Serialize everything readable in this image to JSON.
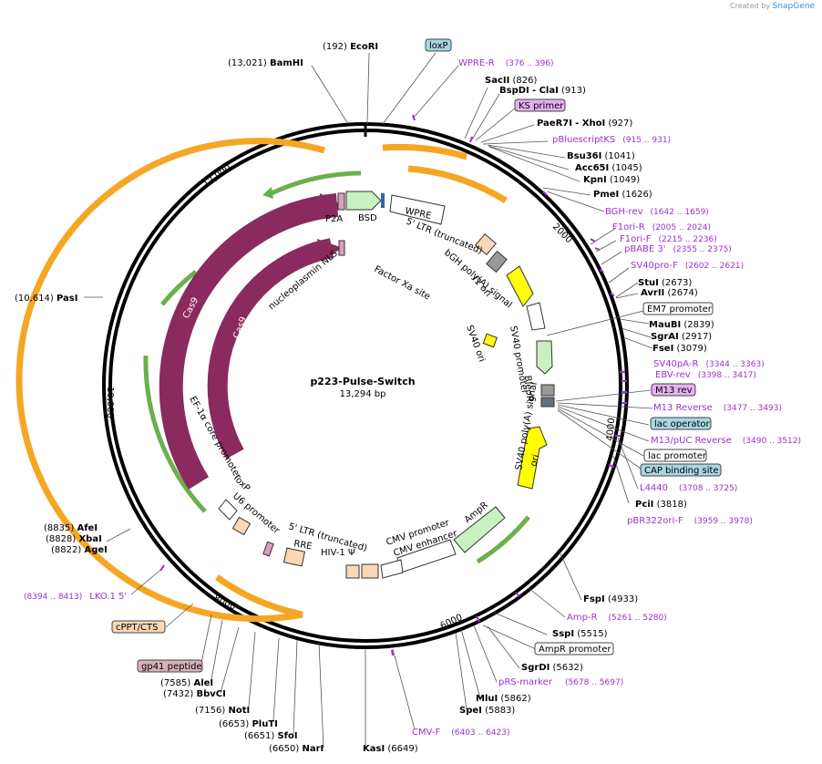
{
  "credit": {
    "prefix": "Created by",
    "brand": "SnapGene"
  },
  "plasmid": {
    "name": "p223-Pulse-Switch",
    "length_label": "13,294 bp",
    "length": 13294
  },
  "ticks": [
    "2000",
    "4000",
    "6000",
    "8000",
    "10,000",
    "12,000"
  ],
  "sites": [
    {
      "name": "EcoRI",
      "pos": "(192)"
    },
    {
      "name": "BamHI",
      "pos": "(13,021)"
    },
    {
      "name": "SacII",
      "pos": "(826)"
    },
    {
      "name": "BspDI",
      "suffix": "- ClaI",
      "pos": "(913)"
    },
    {
      "name": "PaeR7I",
      "suffix": "- XhoI",
      "pos": "(927)"
    },
    {
      "name": "Bsu36I",
      "pos": "(1041)"
    },
    {
      "name": "Acc65I",
      "pos": "(1045)"
    },
    {
      "name": "KpnI",
      "pos": "(1049)"
    },
    {
      "name": "PmeI",
      "pos": "(1626)"
    },
    {
      "name": "StuI",
      "pos": "(2673)"
    },
    {
      "name": "AvrII",
      "pos": "(2674)"
    },
    {
      "name": "MauBI",
      "pos": "(2839)"
    },
    {
      "name": "SgrAI",
      "pos": "(2917)"
    },
    {
      "name": "FseI",
      "pos": "(3079)"
    },
    {
      "name": "PciI",
      "pos": "(3818)"
    },
    {
      "name": "FspI",
      "pos": "(4933)"
    },
    {
      "name": "SspI",
      "pos": "(5515)"
    },
    {
      "name": "SgrDI",
      "pos": "(5632)"
    },
    {
      "name": "MluI",
      "pos": "(5862)"
    },
    {
      "name": "SpeI",
      "pos": "(5883)"
    },
    {
      "name": "KasI",
      "pos": "(6649)"
    },
    {
      "name": "NarI",
      "pos": "(6650)"
    },
    {
      "name": "SfoI",
      "pos": "(6651)"
    },
    {
      "name": "PluTI",
      "pos": "(6653)"
    },
    {
      "name": "NotI",
      "pos": "(7156)"
    },
    {
      "name": "BbvCI",
      "pos": "(7432)"
    },
    {
      "name": "AleI",
      "pos": "(7585)"
    },
    {
      "name": "AgeI",
      "pos": "(8822)"
    },
    {
      "name": "XbaI",
      "pos": "(8828)"
    },
    {
      "name": "AfeI",
      "pos": "(8835)"
    },
    {
      "name": "PasI",
      "pos": "(10,614)"
    }
  ],
  "primers": [
    {
      "name": "WPRE-R",
      "range": "(376 .. 396)"
    },
    {
      "name": "pBluescriptKS",
      "range": "(915 .. 931)"
    },
    {
      "name": "BGH-rev",
      "range": "(1642 .. 1659)"
    },
    {
      "name": "F1ori-R",
      "range": "(2005 .. 2024)"
    },
    {
      "name": "F1ori-F",
      "range": "(2215 .. 2236)"
    },
    {
      "name": "pBABE 3'",
      "range": "(2355 .. 2375)"
    },
    {
      "name": "SV40pro-F",
      "range": "(2602 .. 2621)"
    },
    {
      "name": "SV40pA-R",
      "range": "(3344 .. 3363)"
    },
    {
      "name": "EBV-rev",
      "range": "(3398 .. 3417)"
    },
    {
      "name": "M13 Reverse",
      "range": "(3477 .. 3493)"
    },
    {
      "name": "M13/pUC Reverse",
      "range": "(3490 .. 3512)"
    },
    {
      "name": "L4440",
      "range": "(3708 .. 3725)"
    },
    {
      "name": "pBR322ori-F",
      "range": "(3959 .. 3978)"
    },
    {
      "name": "Amp-R",
      "range": "(5261 .. 5280)"
    },
    {
      "name": "pRS-marker",
      "range": "(5678 .. 5697)"
    },
    {
      "name": "CMV-F",
      "range": "(6403 .. 6423)"
    },
    {
      "name": "LKO.1 5'",
      "range": "(8394 .. 8413)"
    }
  ],
  "boxed": {
    "loxp": "loxP",
    "ks_primer": "KS primer",
    "em7": "EM7 promoter",
    "m13rev": "M13 rev",
    "lac_operator": "lac operator",
    "lac_promoter": "lac promoter",
    "cap": "CAP binding site",
    "ampr_promoter": "AmpR promoter",
    "cppt": "cPPT/CTS",
    "gp41": "gp41 peptide"
  },
  "features": {
    "p2a": "P2A",
    "bsd": "BSD",
    "wpre": "WPRE",
    "ltr3": "5' LTR (truncated)",
    "bgh": "bGH poly(A) signal",
    "f1": "f1 ori",
    "factorxa": "Factor Xa site",
    "nls": "nucleoplasmin NLS",
    "sv40ori": "SV40 ori",
    "sv40prom": "SV40 promoter",
    "bleor": "BleoR",
    "sv40pa": "SV40 poly(A) signal",
    "ori": "ori",
    "ampr": "AmpR",
    "cmvprom": "CMV promoter",
    "cmvenh": "CMV enhancer",
    "ltr5": "5' LTR (truncated)",
    "hiv": "HIV-1 Ψ",
    "rre": "RRE",
    "u6": "U6 promoter",
    "loxp_in": "loxP",
    "ef1a": "EF-1α core promoter",
    "cas9a": "Cas9",
    "cas9b": "Cas9"
  },
  "colors": {
    "cas9": "#8b2a5e",
    "green_arrow": "#c8f0c0",
    "yellow": "#ffff00",
    "orange_orf": "#f5a623",
    "primer": "#9a33cc",
    "loxp_box": "#a9d6e0",
    "lac_box": "#a9d6e0",
    "ks_box": "#e6b0f0",
    "peach": "#fad7b5"
  }
}
